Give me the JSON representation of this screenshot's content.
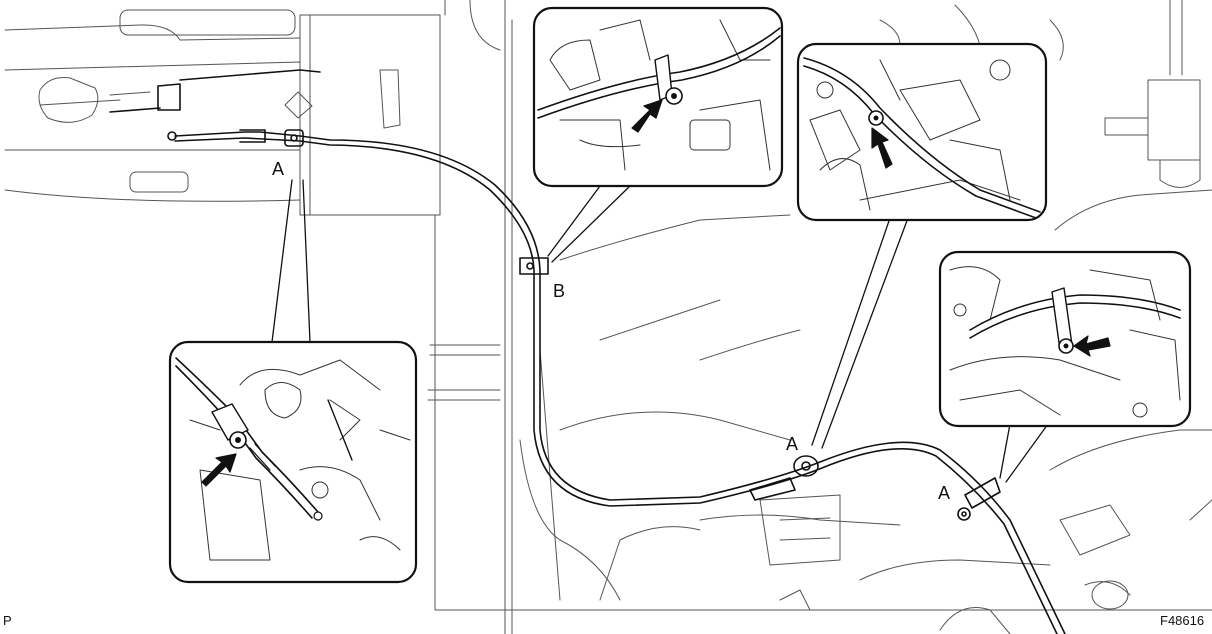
{
  "labels": {
    "a_top": "A",
    "b_mid": "B",
    "a_mid": "A",
    "a_right": "A",
    "corner_left": "P",
    "figure_id": "F48616"
  },
  "icons": [
    "arrow-pointer-icon",
    "bolt-icon",
    "cable-clamp-icon"
  ]
}
